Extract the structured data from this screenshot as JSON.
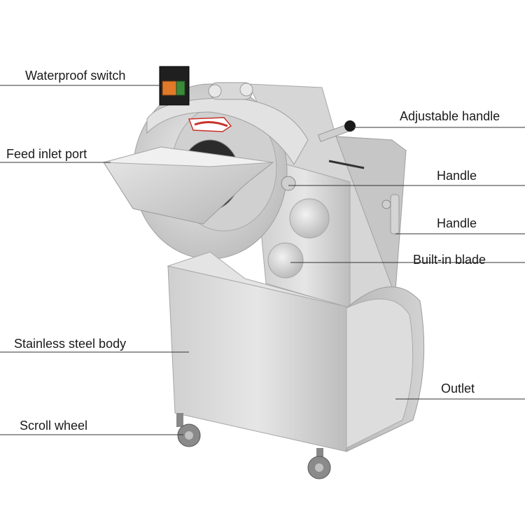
{
  "labels": {
    "waterproof_switch": "Waterproof switch",
    "feed_inlet_port": "Feed inlet port",
    "stainless_steel_body": "Stainless steel body",
    "scroll_wheel": "Scroll wheel",
    "adjustable_handle": "Adjustable handle",
    "handle_upper": "Handle",
    "handle_lower": "Handle",
    "built_in_blade": "Built-in blade",
    "outlet": "Outlet"
  },
  "colors": {
    "background": "#ffffff",
    "steel_light": "#dcdcdc",
    "steel_mid": "#c4c4c4",
    "steel_dark": "#9a9a9a",
    "switch_black": "#1f1f1f",
    "switch_orange": "#e07a2a",
    "logo_red": "#c8322a",
    "leader_line": "#333333"
  }
}
